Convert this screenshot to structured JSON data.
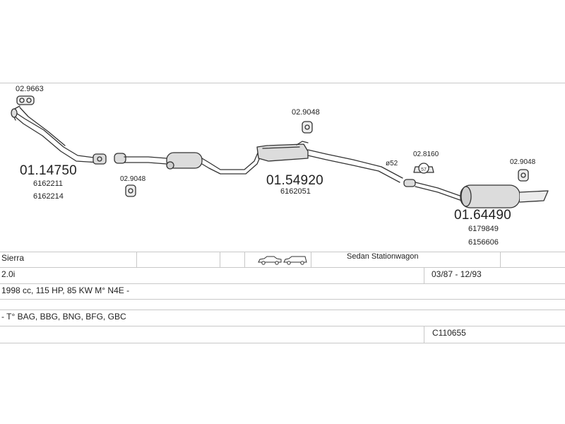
{
  "parts": {
    "front_clamp": "02.9663",
    "front_pipe": "01.14750",
    "front_pipe_oe1": "6162211",
    "front_pipe_oe2": "6162214",
    "front_hanger": "02.9048",
    "center_hanger": "02.9048",
    "center_section": "01.54920",
    "center_oe": "6162051",
    "flange_ring": "ø52",
    "rear_clamp": "02.8160",
    "rear_hanger": "02.9048",
    "rear_section": "01.64490",
    "rear_oe1": "6179849",
    "rear_oe2": "6156606"
  },
  "table": {
    "model": "Sierra",
    "body_types": "Sedan Stationwagon",
    "engine": "2.0i",
    "years": "03/87 - 12/93",
    "specs": "1998 cc, 115 HP, 85 KW M° N4E -",
    "engine_codes": "- T° BAG, BBG, BNG, BFG, GBC",
    "catalog_no": "C110655"
  },
  "icons": {
    "car_sedan": "sedan-car-icon",
    "car_wagon": "stationwagon-car-icon",
    "clamp_badge": "57"
  },
  "colors": {
    "line": "#333333",
    "grid": "#c8c8c8",
    "part_fill": "#dcdcdc"
  }
}
